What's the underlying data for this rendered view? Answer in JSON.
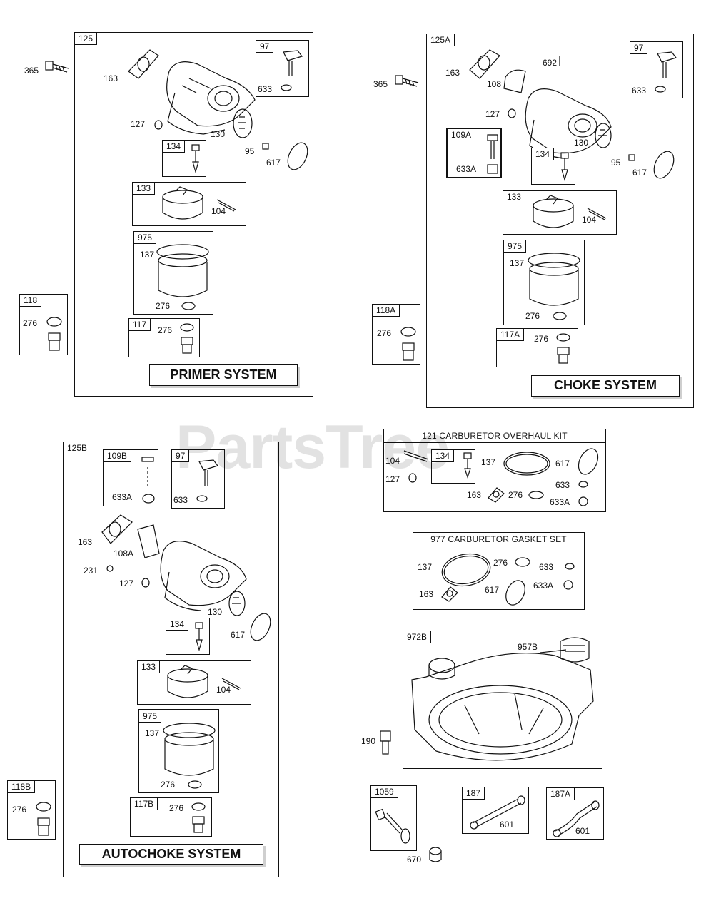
{
  "watermark": "PartsTree",
  "primer": {
    "panel_id": "125",
    "system_label": "PRIMER SYSTEM",
    "outside_left": "365",
    "carb_labels": [
      "163",
      "127",
      "130",
      "95",
      "617"
    ],
    "pump": {
      "id": "97",
      "part": "633"
    },
    "needle": {
      "id": "134"
    },
    "float": {
      "id": "133",
      "part": "104"
    },
    "bowl": {
      "id": "975",
      "a": "137",
      "b": "276"
    },
    "drain": {
      "id": "117",
      "part": "276"
    },
    "side": {
      "id": "118",
      "part": "276"
    }
  },
  "choke": {
    "panel_id": "125A",
    "system_label": "CHOKE SYSTEM",
    "outside_left": "365",
    "carb_labels": [
      "163",
      "108",
      "692",
      "127",
      "130",
      "95",
      "617"
    ],
    "pump": {
      "id": "97",
      "part": "633"
    },
    "shaft": {
      "id": "109A",
      "part": "633A"
    },
    "needle": {
      "id": "134"
    },
    "float": {
      "id": "133",
      "part": "104"
    },
    "bowl": {
      "id": "975",
      "a": "137",
      "b": "276"
    },
    "drain": {
      "id": "117A",
      "part": "276"
    },
    "side": {
      "id": "118A",
      "part": "276"
    }
  },
  "autochoke": {
    "panel_id": "125B",
    "system_label": "AUTOCHOKE SYSTEM",
    "carb_labels": [
      "163",
      "108A",
      "231",
      "127",
      "130",
      "617"
    ],
    "shaft": {
      "id": "109B",
      "part": "633A"
    },
    "pump": {
      "id": "97",
      "part": "633"
    },
    "needle": {
      "id": "134"
    },
    "float": {
      "id": "133",
      "part": "104"
    },
    "bowl": {
      "id": "975",
      "a": "137",
      "b": "276"
    },
    "drain": {
      "id": "117B",
      "part": "276"
    },
    "side": {
      "id": "118B",
      "part": "276"
    }
  },
  "overhaul_kit": {
    "title": "121 CARBURETOR OVERHAUL KIT",
    "inner_id": "134",
    "labels": [
      "104",
      "127",
      "137",
      "617",
      "163",
      "276",
      "633",
      "633A"
    ]
  },
  "gasket_set": {
    "title": "977 CARBURETOR GASKET SET",
    "labels": [
      "137",
      "276",
      "633",
      "163",
      "617",
      "633A"
    ]
  },
  "tank": {
    "id": "972B",
    "cap": "957B",
    "outside": "190"
  },
  "fasteners": [
    {
      "id": "1059",
      "part": "670"
    },
    {
      "id": "187",
      "part": "601"
    },
    {
      "id": "187A",
      "part": "601"
    }
  ]
}
